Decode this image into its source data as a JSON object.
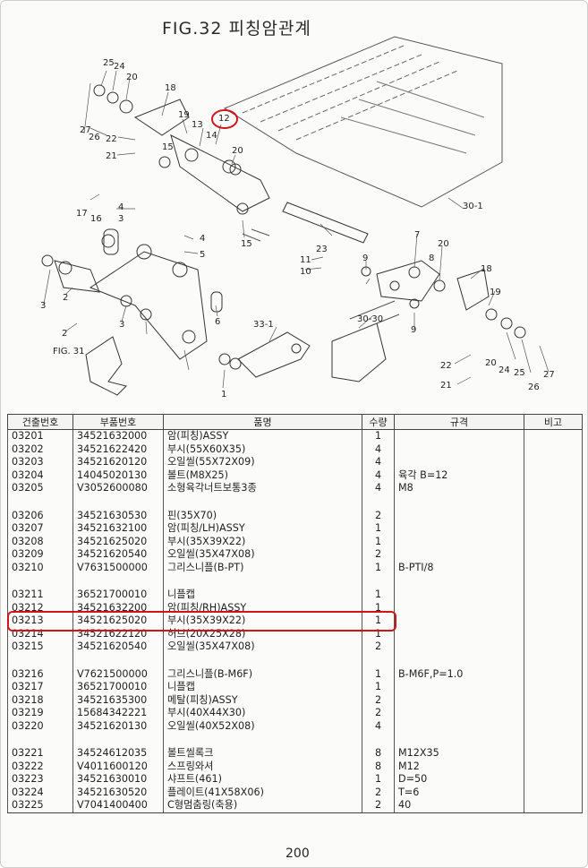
{
  "figure": {
    "title": "FIG.32 피칭암관계",
    "callouts": [
      "25",
      "24",
      "20",
      "18",
      "19",
      "12",
      "13",
      "14",
      "27",
      "26",
      "22",
      "21",
      "15",
      "20",
      "17",
      "16",
      "4",
      "3",
      "15",
      "4",
      "5",
      "2",
      "3",
      "2",
      "3",
      "6",
      "1",
      "23",
      "11",
      "10",
      "9",
      "8",
      "7",
      "20",
      "18",
      "19",
      "33-1",
      "30-30",
      "9",
      "22",
      "21",
      "20",
      "24",
      "25",
      "26",
      "27",
      "30-1",
      "FIG. 31"
    ]
  },
  "table": {
    "headers": [
      "건출번호",
      "부품번호",
      "품명",
      "수량",
      "규격",
      "비고"
    ],
    "groups": [
      [
        {
          "no": "03201",
          "part": "34521632000",
          "name": "암(피칭)ASSY",
          "qty": "1",
          "spec": "",
          "note": ""
        },
        {
          "no": "03202",
          "part": "34521622420",
          "name": "부시(55X60X35)",
          "qty": "4",
          "spec": "",
          "note": ""
        },
        {
          "no": "03203",
          "part": "34521620120",
          "name": "오일씰(55X72X09)",
          "qty": "4",
          "spec": "",
          "note": ""
        },
        {
          "no": "03204",
          "part": "14045020130",
          "name": "볼트(M8X25)",
          "qty": "4",
          "spec": "육각 B=12",
          "note": ""
        },
        {
          "no": "03205",
          "part": "V3052600080",
          "name": "소형육각너트보통3종",
          "qty": "4",
          "spec": "M8",
          "note": ""
        }
      ],
      [
        {
          "no": "03206",
          "part": "34521630530",
          "name": "핀(35X70)",
          "qty": "2",
          "spec": "",
          "note": ""
        },
        {
          "no": "03207",
          "part": "34521632100",
          "name": "암(피칭/LH)ASSY",
          "qty": "1",
          "spec": "",
          "note": ""
        },
        {
          "no": "03208",
          "part": "34521625020",
          "name": "부시(35X39X22)",
          "qty": "1",
          "spec": "",
          "note": ""
        },
        {
          "no": "03209",
          "part": "34521620540",
          "name": "오일씰(35X47X08)",
          "qty": "2",
          "spec": "",
          "note": ""
        },
        {
          "no": "03210",
          "part": "V7631500000",
          "name": "그리스니플(B-PT)",
          "qty": "1",
          "spec": "B-PTI/8",
          "note": ""
        }
      ],
      [
        {
          "no": "03211",
          "part": "36521700010",
          "name": "니플캡",
          "qty": "1",
          "spec": "",
          "note": ""
        },
        {
          "no": "03212",
          "part": "34521632200",
          "name": "암(피칭/RH)ASSY",
          "qty": "1",
          "spec": "",
          "note": ""
        },
        {
          "no": "03213",
          "part": "34521625020",
          "name": "부시(35X39X22)",
          "qty": "1",
          "spec": "",
          "note": ""
        },
        {
          "no": "03214",
          "part": "34521622120",
          "name": "허브(20X25X28)",
          "qty": "1",
          "spec": "",
          "note": ""
        },
        {
          "no": "03215",
          "part": "34521620540",
          "name": "오일씰(35X47X08)",
          "qty": "2",
          "spec": "",
          "note": ""
        }
      ],
      [
        {
          "no": "03216",
          "part": "V7621500000",
          "name": "그리스니플(B-M6F)",
          "qty": "1",
          "spec": "B-M6F,P=1.0",
          "note": ""
        },
        {
          "no": "03217",
          "part": "36521700010",
          "name": "니플캡",
          "qty": "1",
          "spec": "",
          "note": ""
        },
        {
          "no": "03218",
          "part": "34521635300",
          "name": "메탈(피칭)ASSY",
          "qty": "2",
          "spec": "",
          "note": ""
        },
        {
          "no": "03219",
          "part": "15684342221",
          "name": "부시(40X44X30)",
          "qty": "2",
          "spec": "",
          "note": ""
        },
        {
          "no": "03220",
          "part": "34521620130",
          "name": "오일씰(40X52X08)",
          "qty": "4",
          "spec": "",
          "note": ""
        }
      ],
      [
        {
          "no": "03221",
          "part": "34524612035",
          "name": "볼트씰록크",
          "qty": "8",
          "spec": "M12X35",
          "note": ""
        },
        {
          "no": "03222",
          "part": "V4011600120",
          "name": "스프링와셔",
          "qty": "8",
          "spec": "M12",
          "note": ""
        },
        {
          "no": "03223",
          "part": "34521630010",
          "name": "샤프트(461)",
          "qty": "1",
          "spec": "D=50",
          "note": ""
        },
        {
          "no": "03224",
          "part": "34521630520",
          "name": "플레이트(41X58X06)",
          "qty": "2",
          "spec": "T=6",
          "note": ""
        },
        {
          "no": "03225",
          "part": "V7041400400",
          "name": "C형멈춤링(축용)",
          "qty": "2",
          "spec": "40",
          "note": ""
        }
      ]
    ]
  },
  "page_number": "200",
  "colors": {
    "highlight": "#d0151a",
    "ink": "#222222"
  }
}
